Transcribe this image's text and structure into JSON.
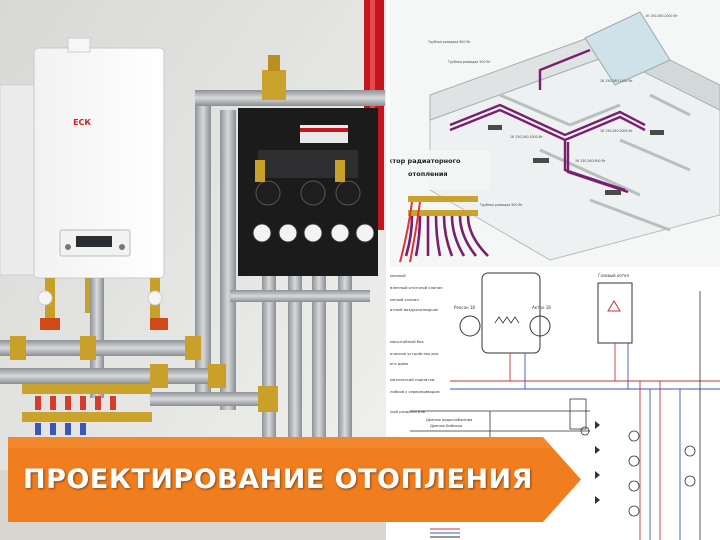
{
  "banner": {
    "title": "ПРОЕКТИРОВАНИЕ ОТОПЛЕНИЯ"
  },
  "boiler": {
    "brand": "ЕСК"
  },
  "render3d": {
    "label_line1": "ктор радиаторного",
    "label_line2": "отопления"
  },
  "schematic": {
    "tank_left": "Рексан 18",
    "tank_right": "Актро 18",
    "boiler_label": "Газовый котел",
    "list": [
      "мпоный",
      "вленный отсечной клапан",
      "мпный клапан",
      "атный воздухоотводчик",
      "масштабный бак",
      "ическое устройство для",
      "ого дома",
      "матический подпитки",
      "лобков с сервоприводом",
      "ный разделитель"
    ],
    "drain1": "Дренаж водоснабжения",
    "drain2": "Дренаж бойлера"
  },
  "colors": {
    "banner": "#f07d1e",
    "pipe_red": "#7a1e6e",
    "accent_red": "#d33"
  }
}
